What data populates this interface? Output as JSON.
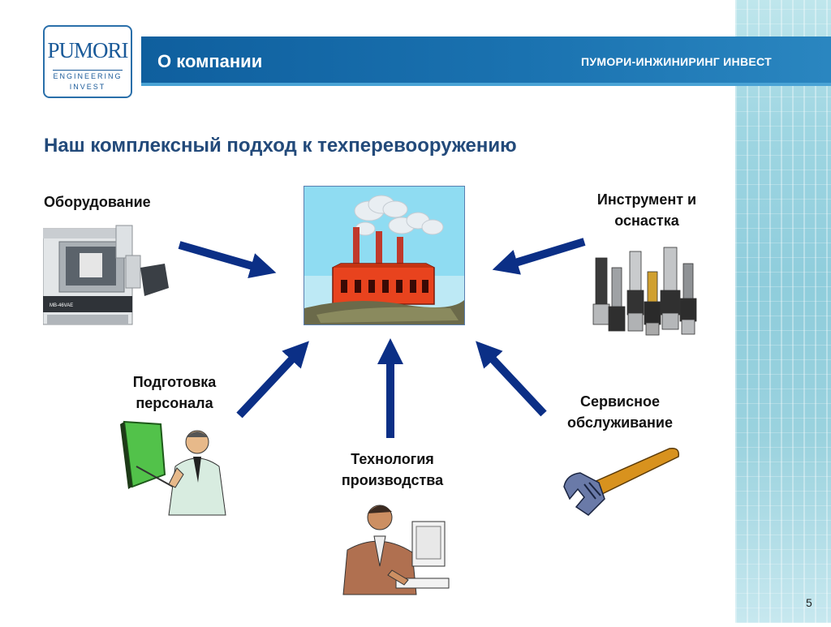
{
  "header": {
    "title": "О компании",
    "company_name": "ПУМОРИ-ИНЖИНИРИНГ ИНВЕСТ"
  },
  "logo": {
    "main": "PUMORI",
    "line1": "ENGINEERING",
    "line2": "INVEST"
  },
  "slide": {
    "heading": "Наш комплексный подход к техперевооружению",
    "page_number": "5"
  },
  "labels": {
    "equipment": "Оборудование",
    "tools_line1": "Инструмент и",
    "tools_line2": "оснастка",
    "training_line1": "Подготовка",
    "training_line2": "персонала",
    "service_line1": "Сервисное",
    "service_line2": "обслуживание",
    "technology_line1": "Технология",
    "technology_line2": "производства"
  },
  "colors": {
    "header_bar": "#1a72b0",
    "arrow": "#0b2f86",
    "heading_text": "#234a7a"
  }
}
